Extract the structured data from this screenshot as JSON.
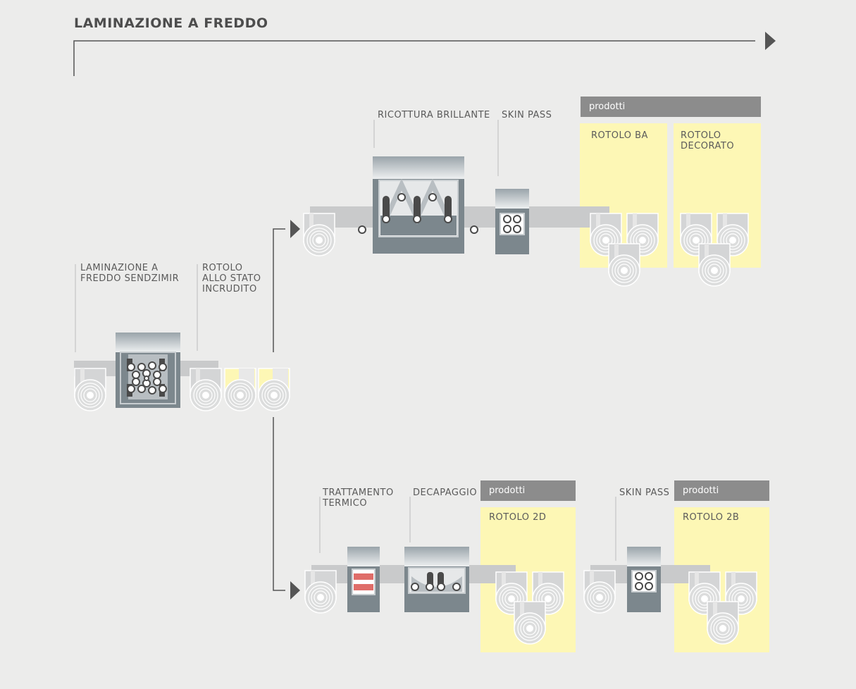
{
  "title": "LAMINAZIONE A FREDDO",
  "stages": {
    "sendzimir": "LAMINAZIONE A\nFREDDO SENDZIMIR",
    "rotolo_incrudito": "ROTOLO\nALLO STATO\nINCRUDITO",
    "ricottura": "RICOTTURA BRILLANTE",
    "skin_pass_top": "SKIN PASS",
    "trattamento": "TRATTAMENTO\nTERMICO",
    "decapaggio": "DECAPAGGIO",
    "skin_pass_bottom": "SKIN PASS"
  },
  "products": {
    "header": "prodotti",
    "rotolo_ba": "ROTOLO BA",
    "rotolo_decorato": "ROTOLO\nDECORATO",
    "rotolo_2d": "ROTOLO 2D",
    "rotolo_2b": "ROTOLO 2B"
  },
  "colors": {
    "background": "#ececeb",
    "machine": "#7c878d",
    "strip": "#c9cacb",
    "product_fill": "#fdf7b5",
    "product_header": "#8c8c8c",
    "line": "#555555",
    "heat": "#d9534f"
  },
  "icons": [
    "arrow-right-icon",
    "coil-icon",
    "roller-icon",
    "machine-icon"
  ]
}
